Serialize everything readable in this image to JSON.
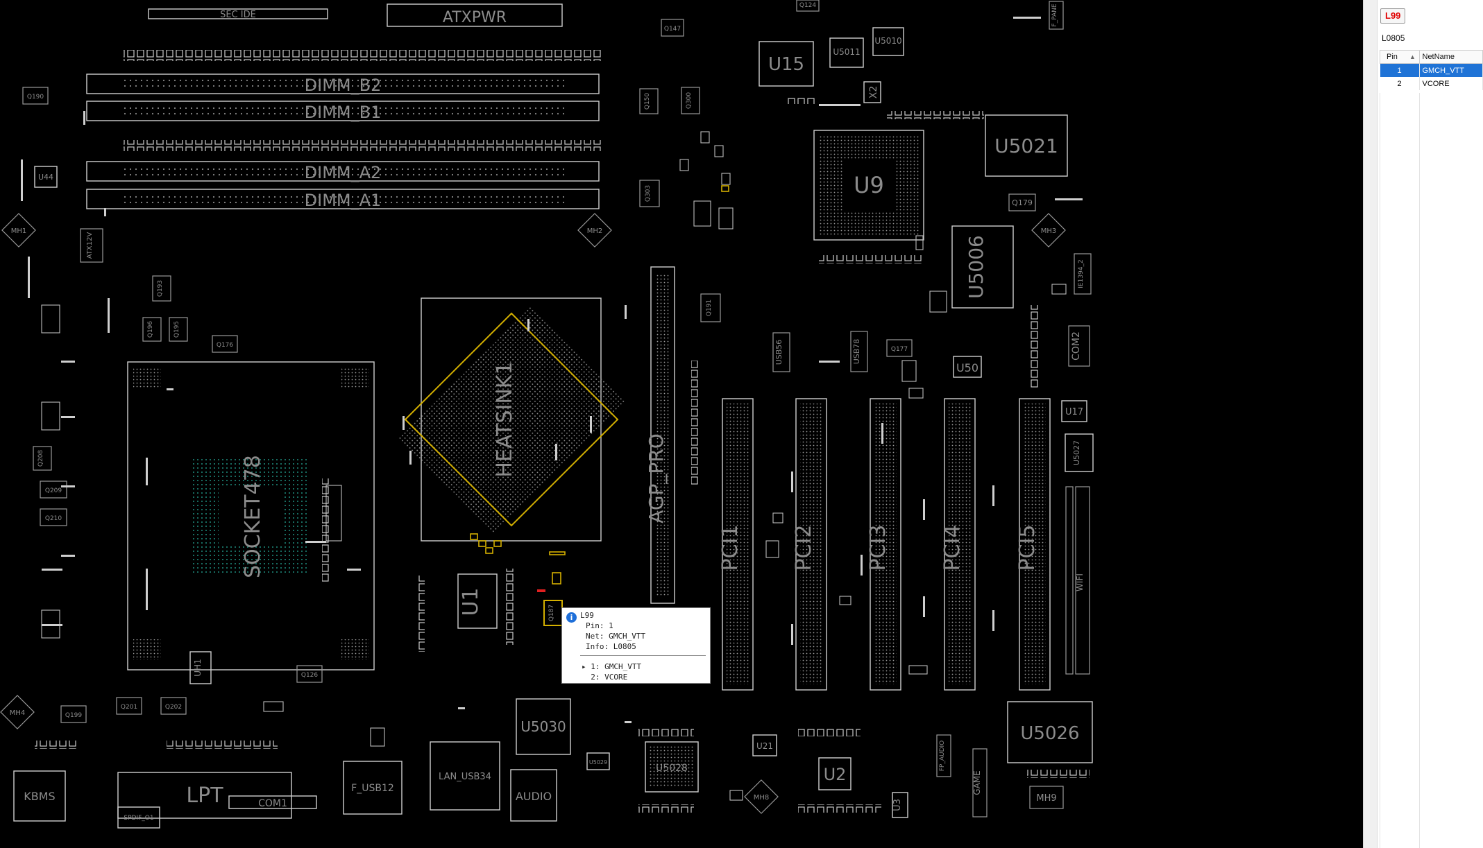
{
  "board": {
    "connectors": {
      "sec_ide": "SEC IDE",
      "atxpwr": "ATXPWR",
      "dimm_b2": "DIMM_B2",
      "dimm_b1": "DIMM_B1",
      "dimm_a2": "DIMM_A2",
      "dimm_a1": "DIMM_A1",
      "agp_pro": "AGP_PRO",
      "pci1": "PCI1",
      "pci2": "PCI2",
      "pci3": "PCI3",
      "pci4": "PCI4",
      "pci5": "PCI5",
      "socket": "SOCKET478",
      "heatsink": "HEATSINK1",
      "lpt": "LPT",
      "com1": "COM1",
      "com2": "COM2",
      "kbms": "KBMS",
      "f_usb12": "F_USB12",
      "lan_usb34": "LAN_USB34",
      "audio": "AUDIO",
      "game": "GAME",
      "wifi": "WIFI",
      "atx12v": "ATX12V",
      "spdif": "SPDIF_O1",
      "usb56": "USB56",
      "usb78": "USB78",
      "ie1394": "IE1394_2",
      "fp_audio": "FP_AUDIO",
      "f_panel": "F_PANE"
    },
    "chips": {
      "u15": "U15",
      "u5011": "U5011",
      "u5010": "U5010",
      "u9": "U9",
      "u5021": "U5021",
      "u5006": "U5006",
      "u50": "U50",
      "u17": "U17",
      "u5027": "U5027",
      "u1": "U1",
      "u5030": "U5030",
      "u5026": "U5026",
      "u21": "U21",
      "u2": "U2",
      "u3": "U3",
      "u5028": "U5028",
      "u5029": "U5029",
      "u44": "U44",
      "uh1": "UH1",
      "x2": "X2"
    },
    "transistors": {
      "q147": "Q147",
      "q124": "Q124",
      "q190": "Q190",
      "q150": "Q150",
      "q300": "Q300",
      "q303": "Q303",
      "q179": "Q179",
      "q193": "Q193",
      "q196": "Q196",
      "q195": "Q195",
      "q176": "Q176",
      "q191": "Q191",
      "q177": "Q177",
      "q208": "Q208",
      "q209": "Q209",
      "q210": "Q210",
      "q187": "Q187",
      "q126": "Q126",
      "q199": "Q199",
      "q201": "Q201",
      "q202": "Q202"
    },
    "mounting_holes": {
      "mh1": "MH1",
      "mh2": "MH2",
      "mh3": "MH3",
      "mh4": "MH4",
      "mh8": "MH8",
      "mh9": "MH9"
    }
  },
  "tooltip": {
    "part": "L99",
    "pin_line": "Pin: 1",
    "net_line": "Net: GMCH_VTT",
    "info_line": "Info: L0805",
    "pin_item_1": "▸ 1: GMCH_VTT",
    "pin_item_2": "  2: VCORE"
  },
  "panel": {
    "part_name": "L99",
    "part_info": "L0805",
    "columns": {
      "pin": "Pin",
      "netname": "NetName"
    },
    "rows": [
      {
        "pin": "1",
        "net": "GMCH_VTT"
      },
      {
        "pin": "2",
        "net": "VCORE"
      }
    ],
    "sort_indicator": "▲"
  },
  "colors": {
    "board_bg": "#000000",
    "outline": "#cfcfcf",
    "highlight": "#d4b000",
    "selection": "#1f73d6",
    "part_label": "#e00000",
    "socket_grid": "#1f8f80"
  }
}
